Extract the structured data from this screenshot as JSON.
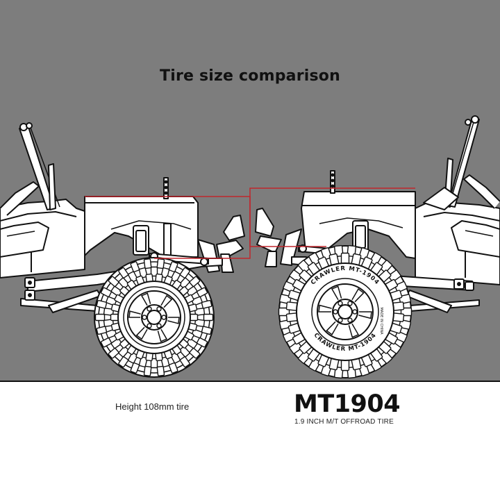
{
  "title": "Tire size comparison",
  "left_caption": "Height 108mm tire",
  "product": {
    "model": "MT1904",
    "subtitle": "1.9 INCH M/T OFFROAD TIRE"
  },
  "tire_sidewall_text": [
    "CRAWLER MT-1904",
    "MADE IN CHINA"
  ],
  "colors": {
    "background_top": "#7d7d7d",
    "background_bottom": "#ffffff",
    "comparison_line": "#c0262d",
    "line_art": "#111111"
  }
}
